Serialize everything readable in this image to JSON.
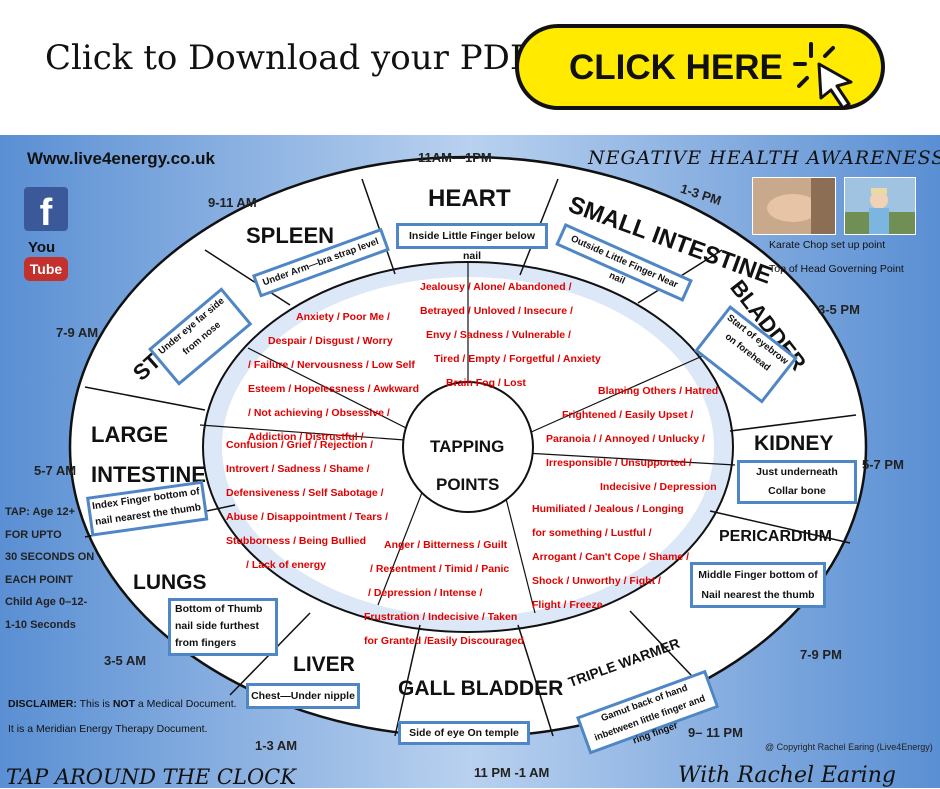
{
  "banner": {
    "download_text": "Click to Download your PDF",
    "button_label": "CLICK HERE"
  },
  "header": {
    "website": "Www.live4energy.co.uk",
    "title": "NEGATIVE HEALTH AWARENESS"
  },
  "social": {
    "youtube_you": "You",
    "youtube_tube": "Tube"
  },
  "photos": {
    "caption_1": "Karate Chop set up point",
    "caption_2": "Top of Head Governing Point"
  },
  "times": {
    "t_11am_1pm": "11AM—1PM",
    "t_1_3pm": "1-3 PM",
    "t_9_11am": "9-11 AM",
    "t_3_5pm": "3-5 PM",
    "t_7_9am": "7-9 AM",
    "t_5_7am": "5-7 AM",
    "t_5_7pm": "5-7 PM",
    "t_7_9pm": "7-9 PM",
    "t_3_5am": "3-5 AM",
    "t_1_3am": "1-3 AM",
    "t_9_11pm": "9– 11 PM",
    "t_11pm_1am": "11 PM -1 AM"
  },
  "meridians": {
    "heart": "HEART",
    "small_intestine": "SMALL INTESTINE",
    "spleen": "SPLEEN",
    "bladder": "BLADDER",
    "stomach": "STOMACH",
    "large": "LARGE",
    "intestine": "INTESTINE",
    "kidney": "KIDNEY",
    "pericardium": "PERICARDIUM",
    "lungs": "LUNGS",
    "liver": "LIVER",
    "triple_warmer": "TRIPLE WARMER",
    "gall_bladder": "GALL BLADDER"
  },
  "points": {
    "heart": "Inside Little Finger below nail",
    "small_intestine": "Outside Little Finger  Near nail",
    "spleen": "Under Arm—bra strap level",
    "bladder": "Start of eyebrow on forehead",
    "stomach": "Under eye far side from nose",
    "kidney": "Just underneath Collar bone",
    "large_intestine": "Index Finger bottom of nail nearest the thumb",
    "pericardium": "Middle Finger bottom of Nail nearest the thumb",
    "lungs": "Bottom of Thumb nail side furthest from fingers",
    "liver": "Chest—Under nipple",
    "triple_warmer": "Gamut back of hand inbetween little finger and ring finger",
    "gall_bladder": "Side of eye On temple"
  },
  "center": {
    "line1": "TAPPING",
    "line2": "POINTS"
  },
  "emotions": {
    "heart": [
      "Jealousy / Alone/ Abandoned /",
      "Betrayed / Unloved /  Insecure /",
      "Envy / Sadness / Vulnerable /",
      "Tired / Empty / Forgetful / Anxiety",
      "Brain Fog / Lost"
    ],
    "stomach": [
      "Anxiety / Poor Me /",
      "Despair / Disgust / Worry",
      "/ Failure / Nervousness / Low Self",
      "Esteem / Hopelessness / Awkward",
      "/ Not achieving / Obsessive /",
      "Addiction / Distrustful /"
    ],
    "bladder": [
      "Blaming Others / Hatred",
      "Frightened / Easily Upset /",
      "Paranoia / / Annoyed / Unlucky /",
      "Irresponsible / Unsupported  /",
      "Indecisive / Depression"
    ],
    "lungs": [
      "Confusion / Grief / Rejection /",
      "Introvert / Sadness / Shame /",
      "Defensiveness / Self Sabotage /",
      "Abuse / Disappointment / Tears /",
      "Stubborness / Being Bullied",
      "/ Lack of energy"
    ],
    "pericardium": [
      "Humiliated / Jealous / Longing",
      "for something  / Lustful /",
      "Arrogant / Can't Cope / Shame /",
      "Shock / Unworthy  / Fight /",
      "Flight / Freeze"
    ],
    "liver": [
      "Anger / Bitterness / Guilt",
      "/ Resentment /  Timid / Panic",
      "/ Depression / Intense /",
      "Frustration / Indecisive / Taken",
      "for Granted /Easily Discouraged"
    ]
  },
  "tap": [
    "TAP: Age 12+",
    "FOR  UPTO",
    "30 SECONDS ON",
    "EACH POINT",
    "Child Age 0–12-",
    "1-10 Seconds"
  ],
  "disclaimer": {
    "bold": "DISCLAIMER:",
    "line1_a": " This is ",
    "not": "NOT",
    "line1_b": " a Medical Document.",
    "line2": "It is a Meridian Energy Therapy Document."
  },
  "copyright": "@ Copyright Rachel Earing (Live4Energy)",
  "footer": {
    "left": "TAP AROUND THE CLOCK",
    "right": "With Rachel Earing"
  },
  "colors": {
    "button": "#ffea00",
    "emotion_text": "#e00000",
    "box_border": "#4f86c6",
    "background": "#5a8fd3",
    "facebook": "#3b5998",
    "youtube": "#c4302b"
  }
}
